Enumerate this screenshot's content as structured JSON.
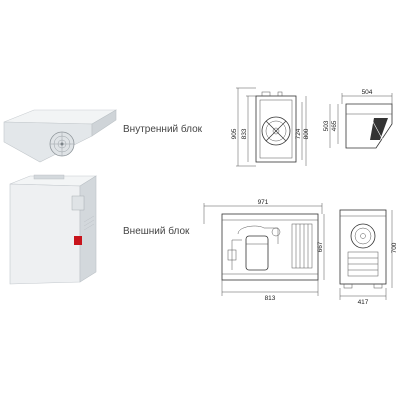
{
  "labels": {
    "indoor_unit": "Внутренний блок",
    "outdoor_unit": "Внешний блок"
  },
  "indoor_dims": {
    "width_top": "504",
    "height_total": "905",
    "height_inner": "833",
    "height_right_a": "724",
    "height_right_b": "800",
    "side_height_a": "503",
    "side_height_b": "465"
  },
  "outdoor_dims": {
    "width_top": "971",
    "width_bottom": "813",
    "height_right": "667",
    "side_width": "417",
    "side_height": "700"
  },
  "colors": {
    "unit_body": "#e9ecee",
    "unit_shadow": "#c9ced2",
    "brand_red": "#c8141c"
  }
}
